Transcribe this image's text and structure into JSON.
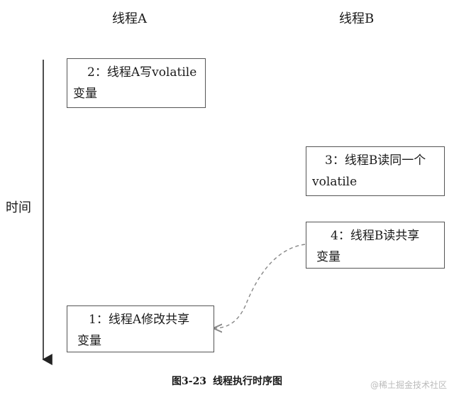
{
  "columns": {
    "thread_a": "线程A",
    "thread_b": "线程B"
  },
  "timeline": {
    "label": "时间"
  },
  "boxes": {
    "a_write": {
      "line1": "2：线程A写volatile",
      "line2": "变量"
    },
    "b_read_volatile": {
      "line1": "3：线程B读同一个",
      "line2": "volatile"
    },
    "b_read_shared": {
      "line1": "4：线程B读共享",
      "line2": "变量"
    },
    "a_modify": {
      "line1": "1：线程A修改共享",
      "line2": "变量"
    }
  },
  "caption": {
    "figure_no": "图3-23",
    "title": "线程执行时序图"
  },
  "watermark": "@稀土掘金技术社区",
  "colors": {
    "border": "#555555",
    "arrow": "#333333",
    "dashed_arrow": "#888888"
  }
}
